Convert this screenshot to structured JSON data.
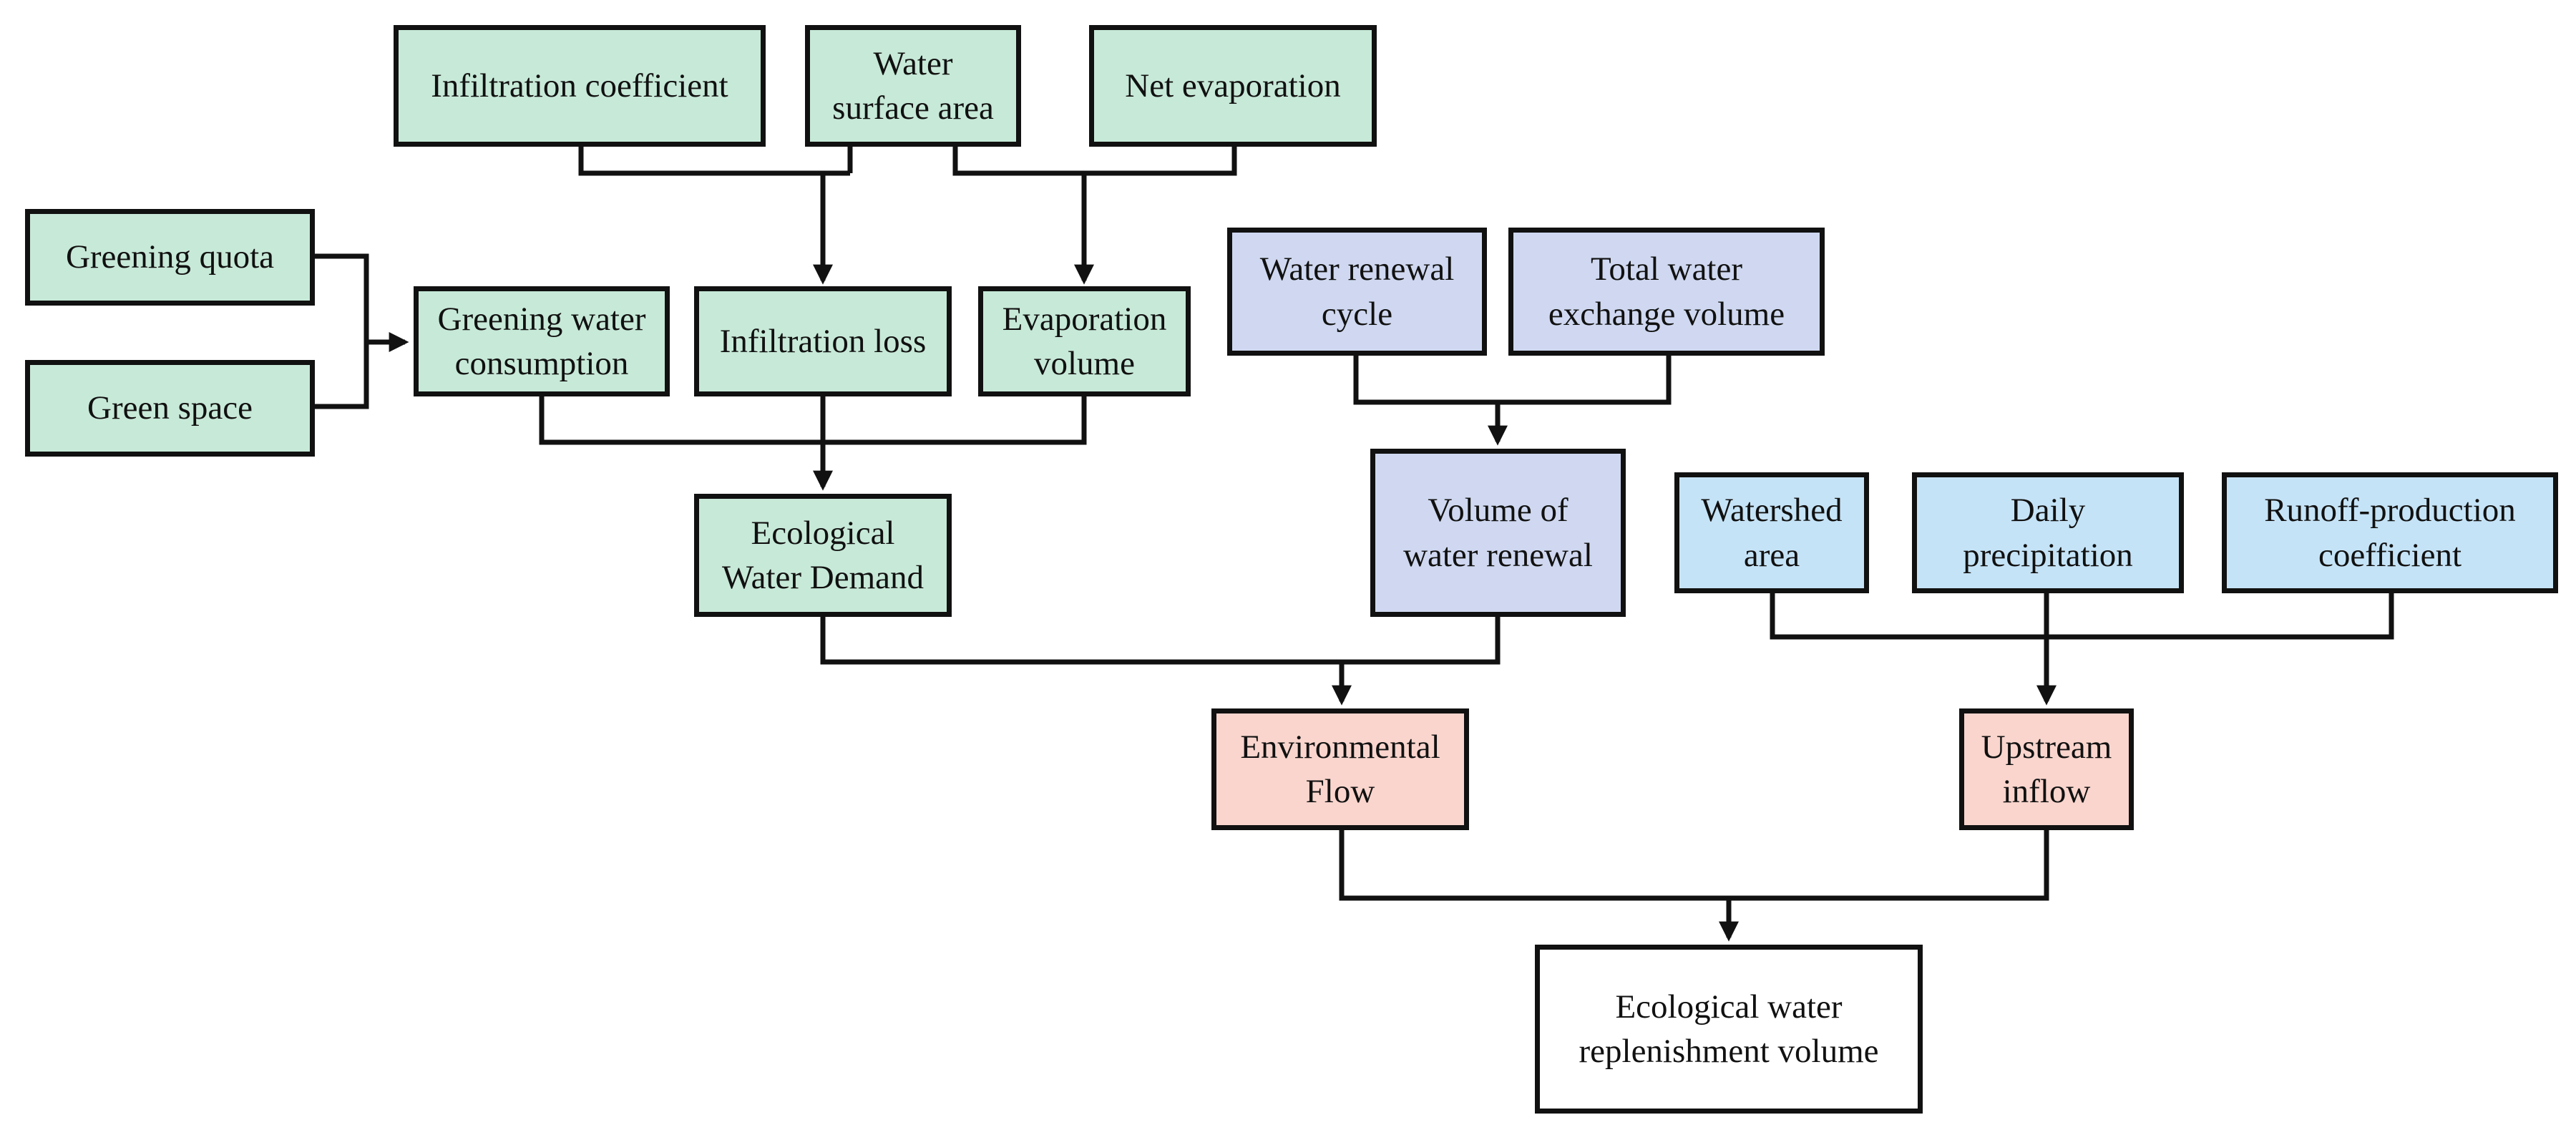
{
  "colors": {
    "green": "#c7e9d8",
    "purple": "#cfd8f0",
    "blue": "#c5e3f6",
    "pink": "#f9d5cd",
    "white": "#ffffff",
    "line": "#111111"
  },
  "nodes": {
    "infiltration_coefficient": "Infiltration coefficient",
    "water_surface_area": "Water\nsurface area",
    "net_evaporation": "Net evaporation",
    "greening_quota": "Greening quota",
    "green_space": "Green space",
    "greening_water_consumption": "Greening water\nconsumption",
    "infiltration_loss": "Infiltration loss",
    "evaporation_volume": "Evaporation\nvolume",
    "water_renewal_cycle": "Water renewal\ncycle",
    "total_water_exchange_volume": "Total water\nexchange volume",
    "ecological_water_demand": "Ecological\nWater Demand",
    "volume_of_water_renewal": "Volume of\nwater renewal",
    "watershed_area": "Watershed\narea",
    "daily_precipitation": "Daily\nprecipitation",
    "runoff_production_coefficient": "Runoff-production\ncoefficient",
    "environmental_flow": "Environmental\nFlow",
    "upstream_inflow": "Upstream\ninflow",
    "ecological_water_replenishment_volume": "Ecological water\nreplenishment volume"
  }
}
